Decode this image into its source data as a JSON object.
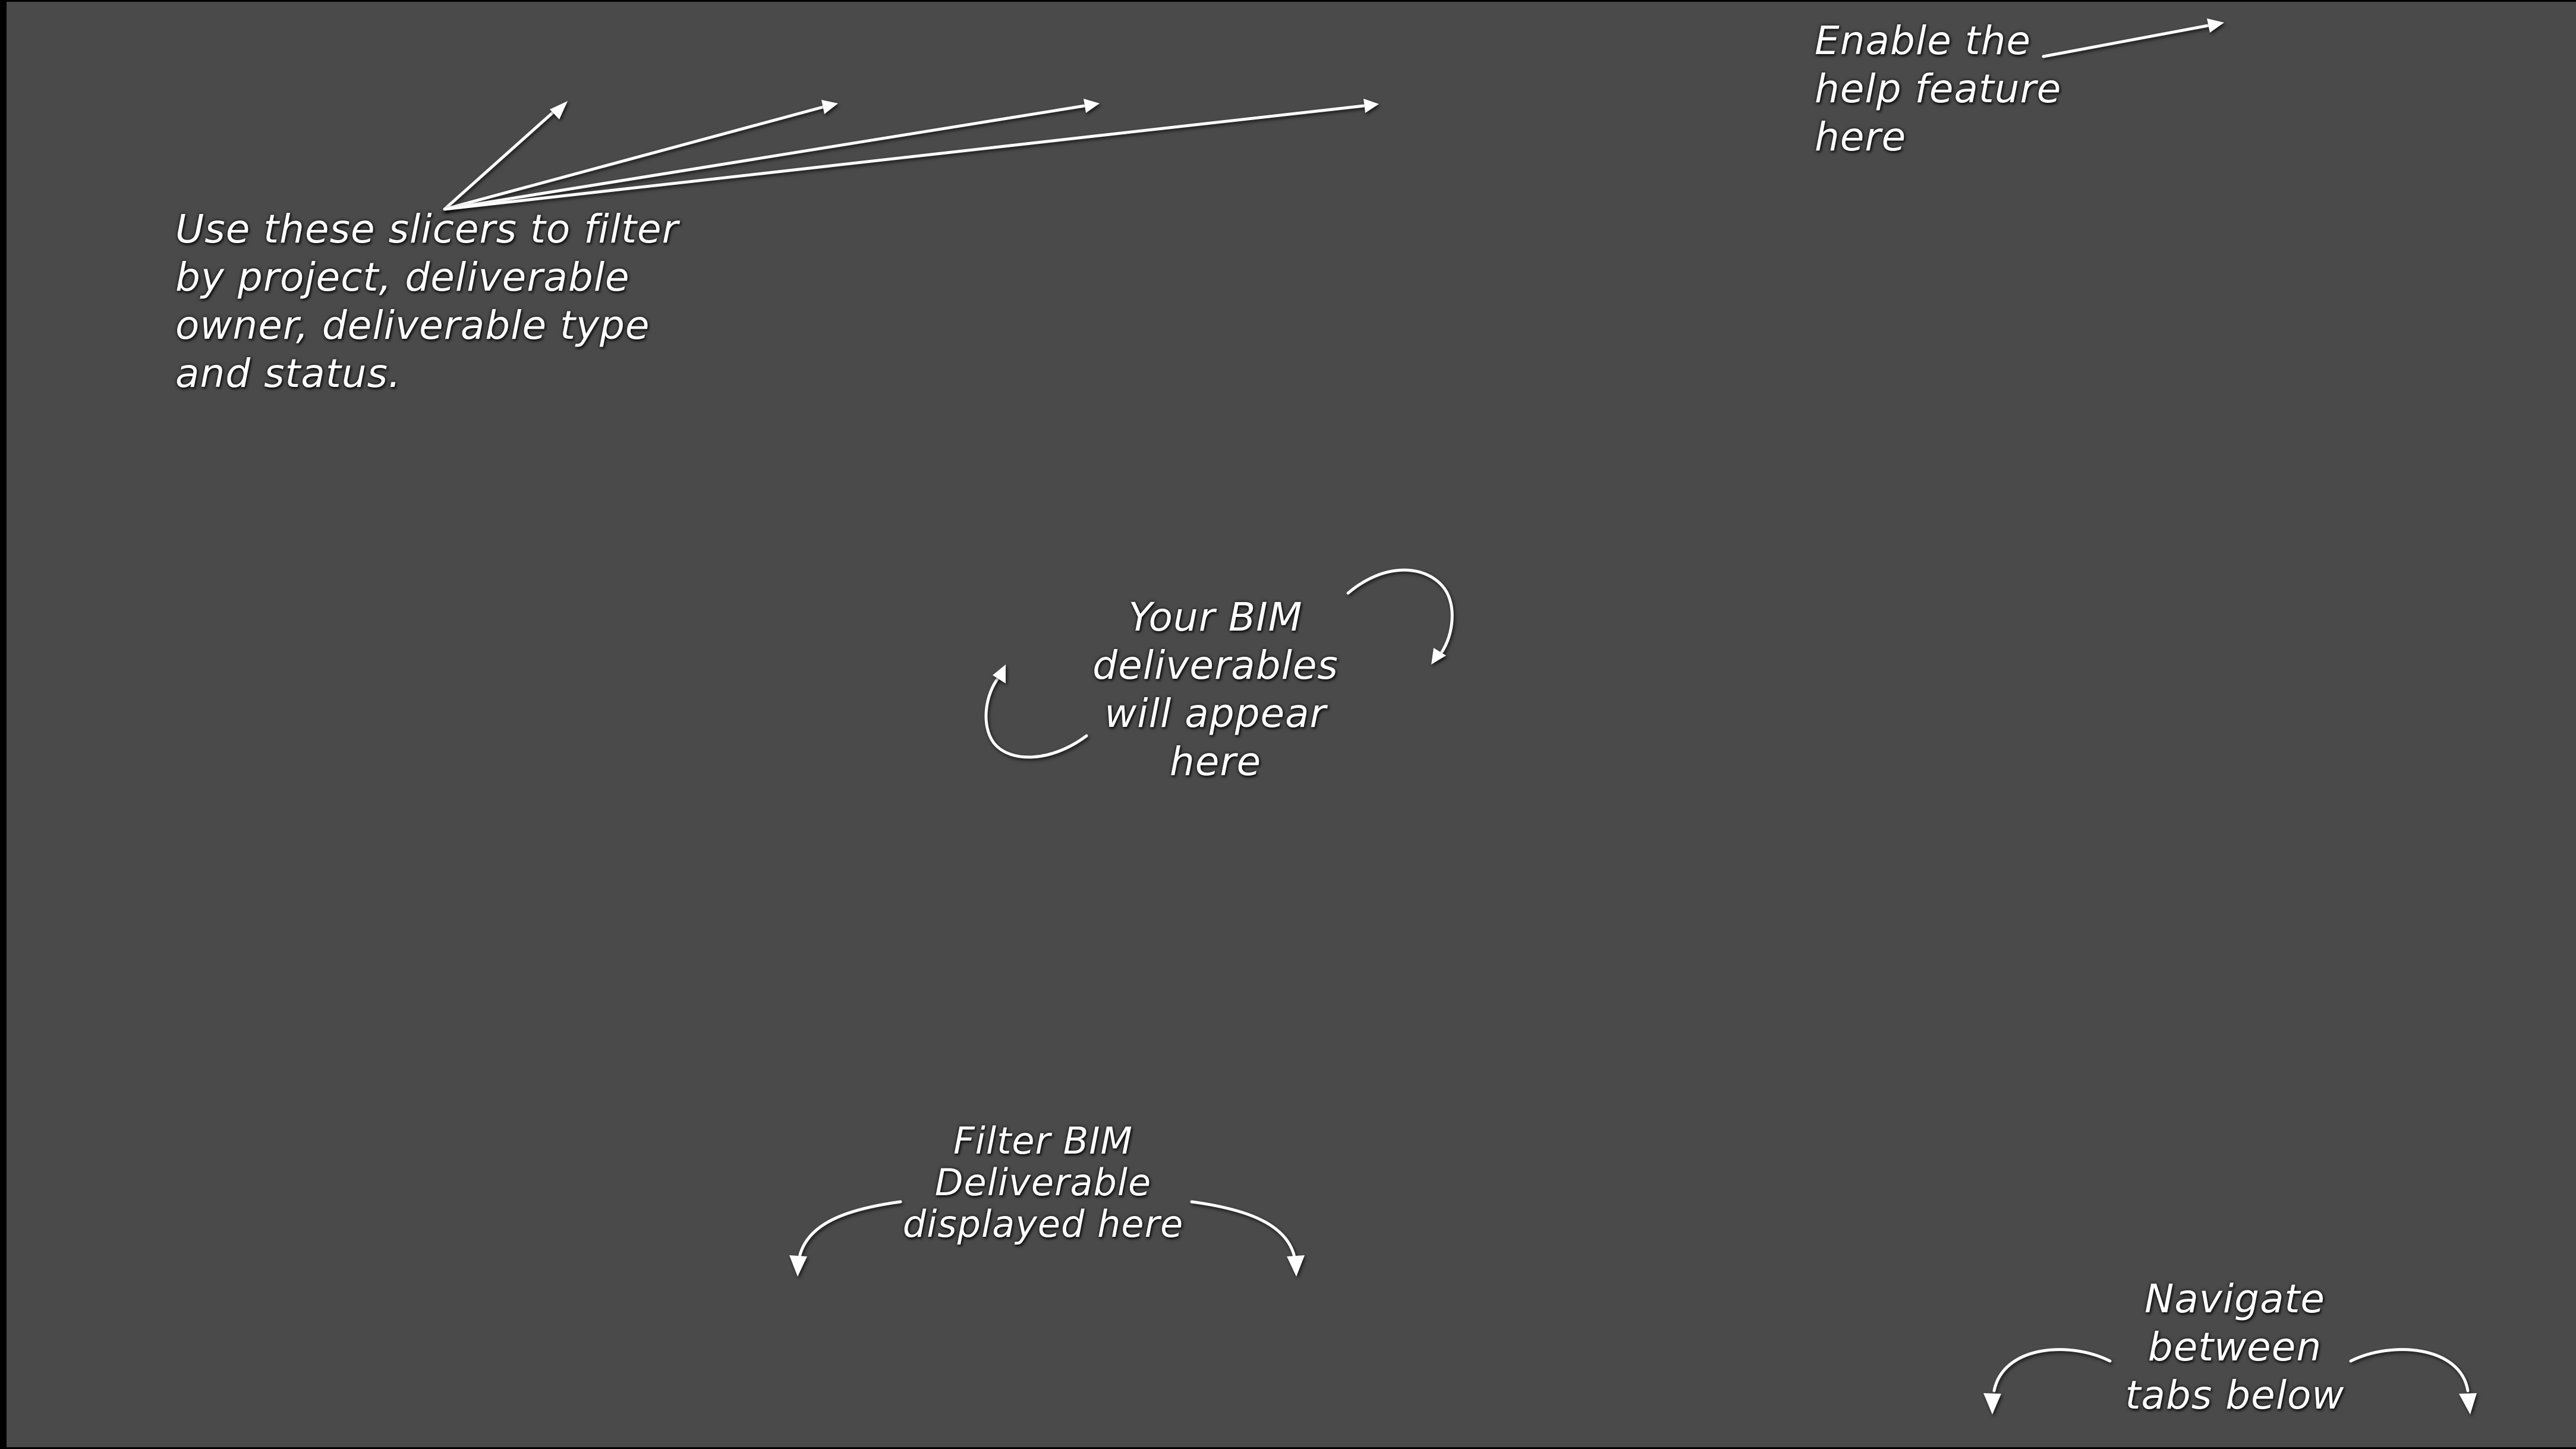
{
  "help_overlay": {
    "notes": {
      "slicers": {
        "lines": [
          "Use these slicers to filter",
          "by project, deliverable",
          "owner, deliverable type",
          "and status."
        ]
      },
      "help": {
        "lines": [
          "Enable the",
          "help feature",
          "here"
        ]
      },
      "deliverables": {
        "lines": [
          "Your BIM",
          "deliverables",
          "will appear",
          "here"
        ]
      },
      "filter": {
        "lines": [
          "Filter BIM",
          "Deliverable",
          "displayed here"
        ]
      },
      "tabs": {
        "lines": [
          "Navigate",
          "between",
          "tabs below"
        ]
      }
    },
    "colors": {
      "background": "#4a4a4a",
      "border": "#000000",
      "text": "#ffffff"
    }
  }
}
